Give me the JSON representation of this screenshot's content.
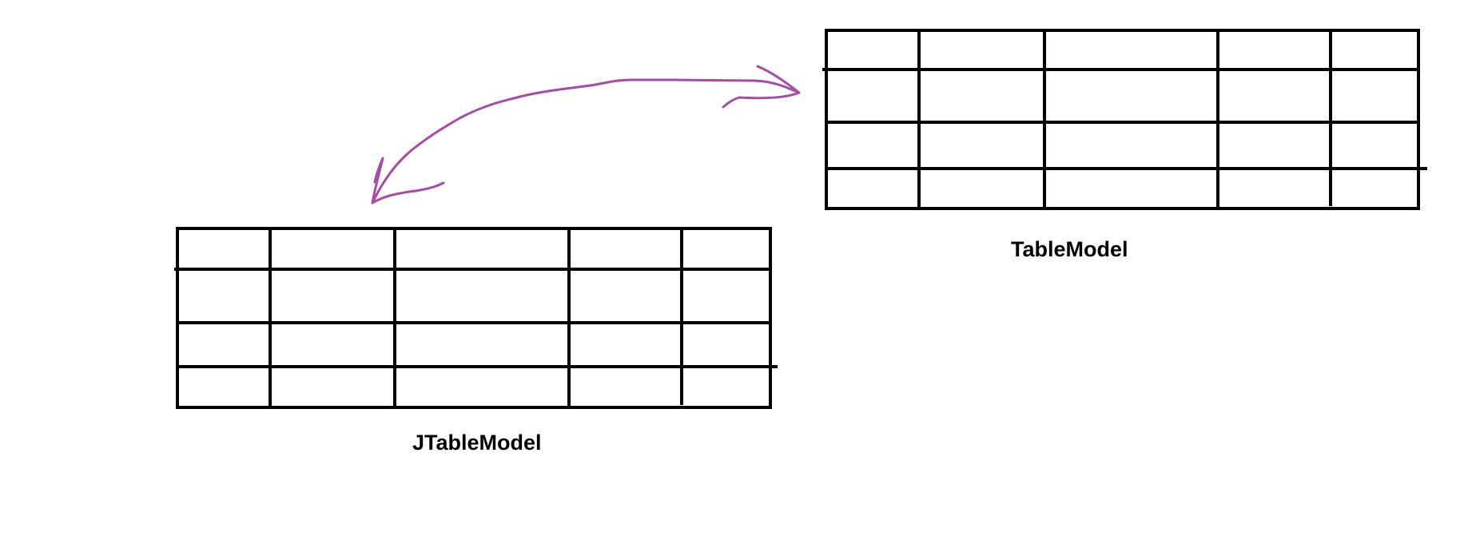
{
  "diagram": {
    "tables": [
      {
        "id": "tablemodel",
        "label": "TableModel",
        "rows": 4,
        "columns": 5
      },
      {
        "id": "jtablemodel",
        "label": "JTableModel",
        "rows": 4,
        "columns": 5
      }
    ],
    "connector": {
      "from": "tablemodel",
      "to": "jtablemodel",
      "style": "hand-drawn curved double-headed arrow",
      "color": "#a64ca6"
    },
    "line_color": "#000000"
  }
}
